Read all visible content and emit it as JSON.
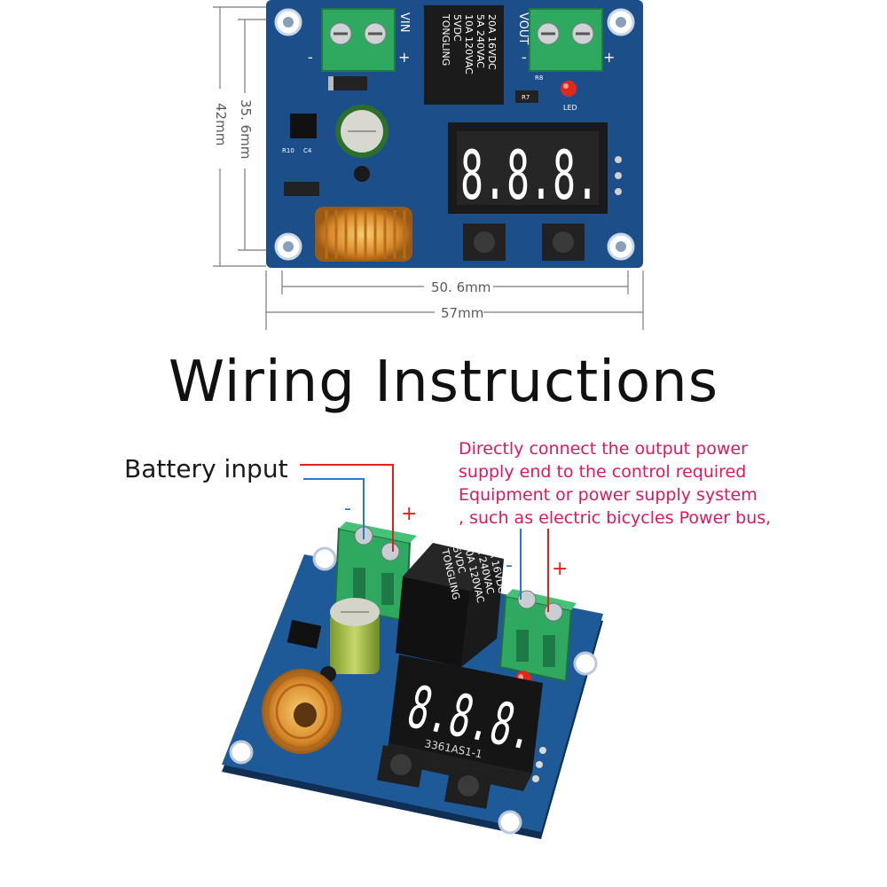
{
  "top_view": {
    "dimensions": {
      "inner_height": "35. 6mm",
      "outer_height": "42mm",
      "inner_width": "50. 6mm",
      "outer_width": "57mm"
    },
    "terminal_labels": {
      "vin": "VIN",
      "vout": "VOUT",
      "minus": "-",
      "plus": "+"
    },
    "relay_text": [
      "TONGLING",
      "5VDC",
      "10A 120VAC",
      "5A 240VAC",
      "20A 16VDC"
    ],
    "pcb_labels": {
      "led": "LED",
      "r10": "R10",
      "c4": "C4",
      "r8": "R8",
      "r7": "R7"
    },
    "display_digits": "8.8.8."
  },
  "title": "Wiring Instructions",
  "wiring": {
    "battery_input": "Battery input",
    "input_minus": "-",
    "input_plus": "+",
    "output_note": [
      "Directly connect the output power",
      "supply end to the control required",
      "Equipment or power supply system",
      ", such as electric bicycles Power bus,"
    ],
    "output_minus": "-",
    "output_plus": "+",
    "display_part_number": "3361AS1-1",
    "display_digits": "8.8.8."
  },
  "colors": {
    "pcb": "#1c4f8a",
    "terminal": "#2fa860",
    "wire_positive": "#e02020",
    "wire_negative": "#2a78c8",
    "note_text": "#e0185a",
    "segment": "#ffffff"
  }
}
